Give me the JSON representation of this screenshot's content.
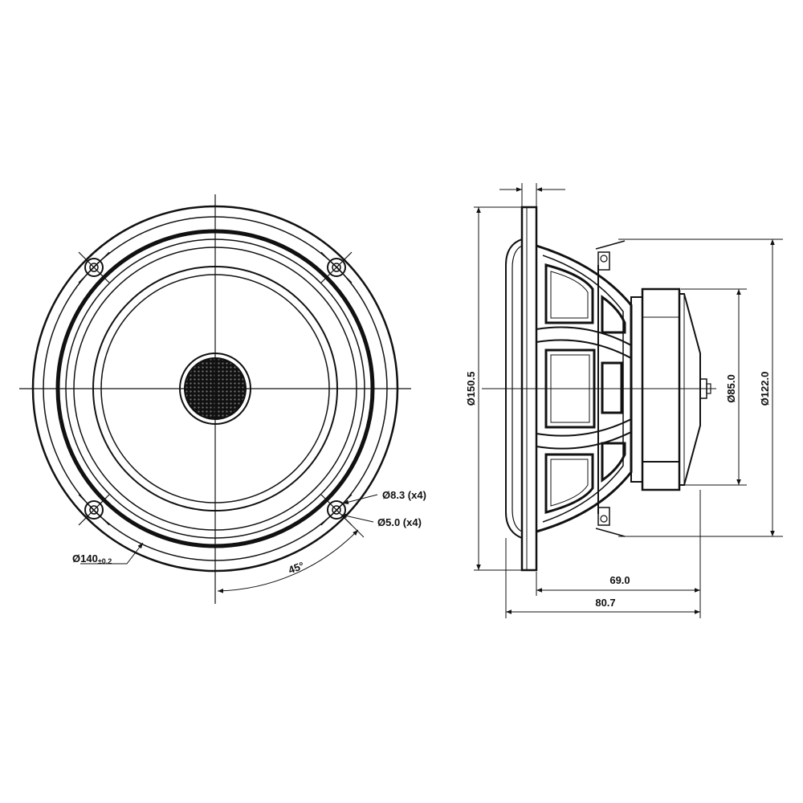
{
  "front_view": {
    "mount_holes": {
      "diameter_label": "Ø8.3 (x4)",
      "inner_diameter_label": "Ø5.0 (x4)"
    },
    "bolt_circle_label": "Ø140",
    "bolt_circle_tolerance": "±0.2",
    "angle_label": "45°"
  },
  "side_view": {
    "outer_diameter_label": "Ø150.5",
    "magnet_diameter_label": "Ø85.0",
    "basket_diameter_label": "Ø122.0",
    "depth_label": "69.0",
    "total_depth_label": "80.7"
  },
  "colors": {
    "line": "#111111",
    "background": "#ffffff"
  }
}
